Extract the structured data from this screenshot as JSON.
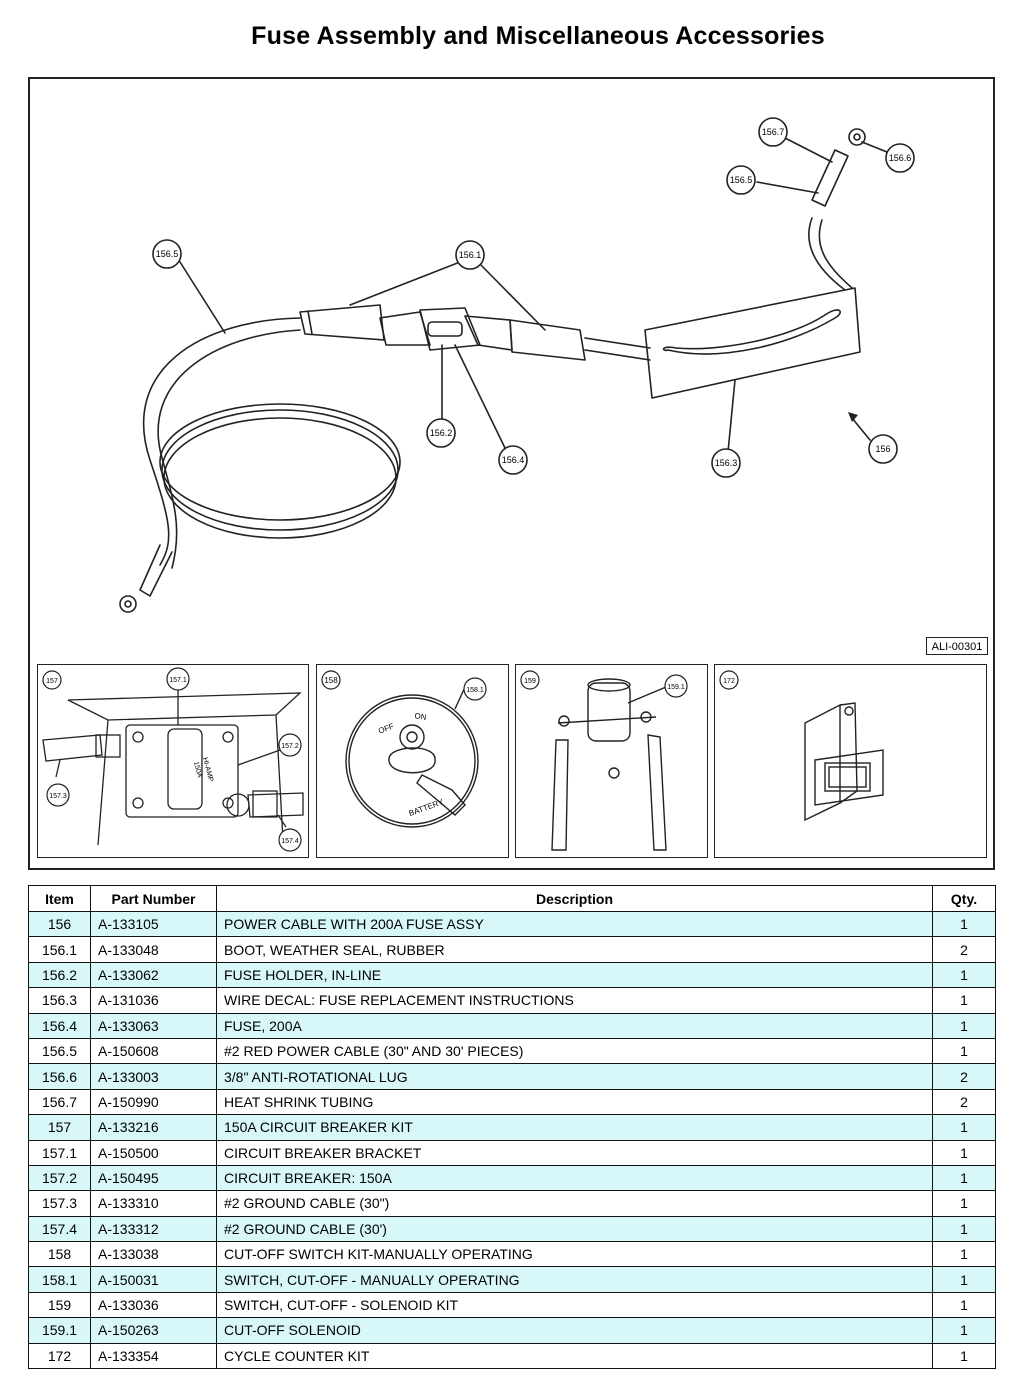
{
  "title": "Fuse Assembly and Miscellaneous Accessories",
  "figure_id": "ALI-00301",
  "callouts_main": [
    "156.7",
    "156.6",
    "156.5",
    "156.5",
    "156.1",
    "156.2",
    "156.4",
    "156.3",
    "156"
  ],
  "insets": [
    {
      "item": "157",
      "callouts": [
        "157.1",
        "157.2",
        "157.3",
        "157.4"
      ],
      "label_lines": [
        "HI-AMP",
        "150A"
      ]
    },
    {
      "item": "158",
      "callouts": [
        "158.1"
      ],
      "labels": [
        "OFF",
        "ON",
        "BATTERY"
      ]
    },
    {
      "item": "159",
      "callouts": [
        "159.1"
      ]
    },
    {
      "item": "172",
      "callouts": []
    }
  ],
  "table": {
    "headers": [
      "Item",
      "Part Number",
      "Description",
      "Qty."
    ],
    "rows": [
      {
        "item": "156",
        "part": "A-133105",
        "desc": "POWER CABLE WITH 200A FUSE ASSY",
        "qty": "1"
      },
      {
        "item": "156.1",
        "part": "A-133048",
        "desc": "BOOT, WEATHER SEAL, RUBBER",
        "qty": "2"
      },
      {
        "item": "156.2",
        "part": "A-133062",
        "desc": "FUSE HOLDER, IN-LINE",
        "qty": "1"
      },
      {
        "item": "156.3",
        "part": "A-131036",
        "desc": "WIRE DECAL: FUSE REPLACEMENT INSTRUCTIONS",
        "qty": "1"
      },
      {
        "item": "156.4",
        "part": "A-133063",
        "desc": "FUSE, 200A",
        "qty": "1"
      },
      {
        "item": "156.5",
        "part": "A-150608",
        "desc": "#2 RED POWER CABLE (30\" AND 30' PIECES)",
        "qty": "1"
      },
      {
        "item": "156.6",
        "part": "A-133003",
        "desc": "3/8\" ANTI-ROTATIONAL LUG",
        "qty": "2"
      },
      {
        "item": "156.7",
        "part": "A-150990",
        "desc": "HEAT SHRINK TUBING",
        "qty": "2"
      },
      {
        "item": "157",
        "part": "A-133216",
        "desc": "150A CIRCUIT BREAKER KIT",
        "qty": "1"
      },
      {
        "item": "157.1",
        "part": "A-150500",
        "desc": "CIRCUIT BREAKER BRACKET",
        "qty": "1"
      },
      {
        "item": "157.2",
        "part": "A-150495",
        "desc": "CIRCUIT BREAKER: 150A",
        "qty": "1"
      },
      {
        "item": "157.3",
        "part": "A-133310",
        "desc": "#2 GROUND CABLE (30\")",
        "qty": "1"
      },
      {
        "item": "157.4",
        "part": "A-133312",
        "desc": "#2 GROUND CABLE (30')",
        "qty": "1"
      },
      {
        "item": "158",
        "part": "A-133038",
        "desc": "CUT-OFF SWITCH KIT-MANUALLY OPERATING",
        "qty": "1"
      },
      {
        "item": "158.1",
        "part": "A-150031",
        "desc": "SWITCH, CUT-OFF - MANUALLY OPERATING",
        "qty": "1"
      },
      {
        "item": "159",
        "part": "A-133036",
        "desc": "SWITCH, CUT-OFF - SOLENOID KIT",
        "qty": "1"
      },
      {
        "item": "159.1",
        "part": "A-150263",
        "desc": "CUT-OFF SOLENOID",
        "qty": "1"
      },
      {
        "item": "172",
        "part": "A-133354",
        "desc": "CYCLE COUNTER KIT",
        "qty": "1"
      }
    ]
  },
  "colors": {
    "row_highlight": "#d7f7f8",
    "border": "#111111"
  }
}
